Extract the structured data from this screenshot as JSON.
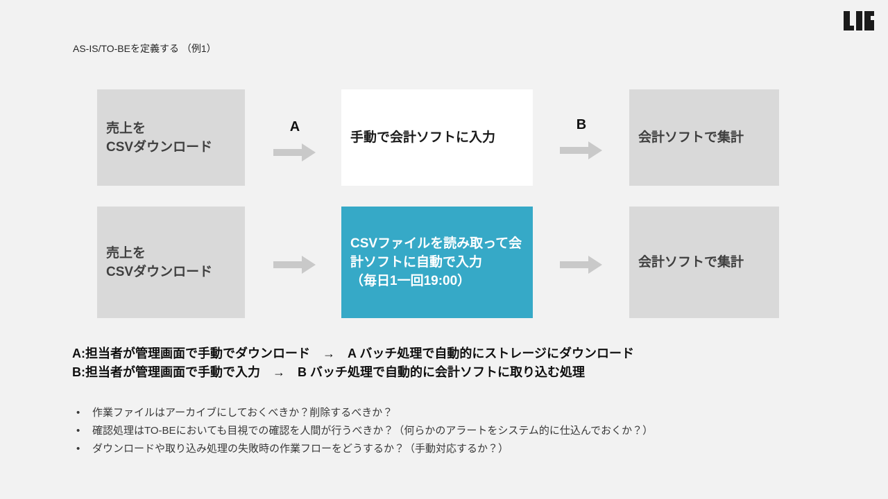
{
  "slide": {
    "title": "AS-IS/TO-BEを定義する （例1）",
    "logo_text": "LIG",
    "colors": {
      "background": "#f2f2f2",
      "box_gray": "#d9d9d9",
      "box_white": "#ffffff",
      "box_teal": "#36a9c7",
      "arrow_gray": "#c9c9c9",
      "box_text_dark": "#3f3f3f",
      "text_black": "#111111"
    }
  },
  "diagram": {
    "as_is": {
      "box1_line1": "売上を",
      "box1_line2": "CSVダウンロード",
      "arrow1_label": "A",
      "box2": "手動で会計ソフトに入力",
      "arrow2_label": "B",
      "box3": "会計ソフトで集計"
    },
    "to_be": {
      "box1_line1": "売上を",
      "box1_line2": "CSVダウンロード",
      "box2_line1": "CSVファイルを読み取って会",
      "box2_line2": "計ソフトに自動で入力",
      "box2_line3": "（毎日1一回19:00）",
      "box3": "会計ソフトで集計"
    }
  },
  "definitions": {
    "line_a": "A:担当者が管理画面で手動でダウンロード　→　A バッチ処理で自動的にストレージにダウンロード",
    "line_b": "B:担当者が管理画面で手動で入力　→　B バッチ処理で自動的に会計ソフトに取り込む処理"
  },
  "notes": {
    "bullet": "•",
    "items": [
      "作業ファイルはアーカイブにしておくべきか？削除するべきか？",
      "確認処理はTO-BEにおいても目視での確認を人間が行うべきか？（何らかのアラートをシステム的に仕込んでおくか？）",
      "ダウンロードや取り込み処理の失敗時の作業フローをどうするか？（手動対応するか？）"
    ]
  }
}
